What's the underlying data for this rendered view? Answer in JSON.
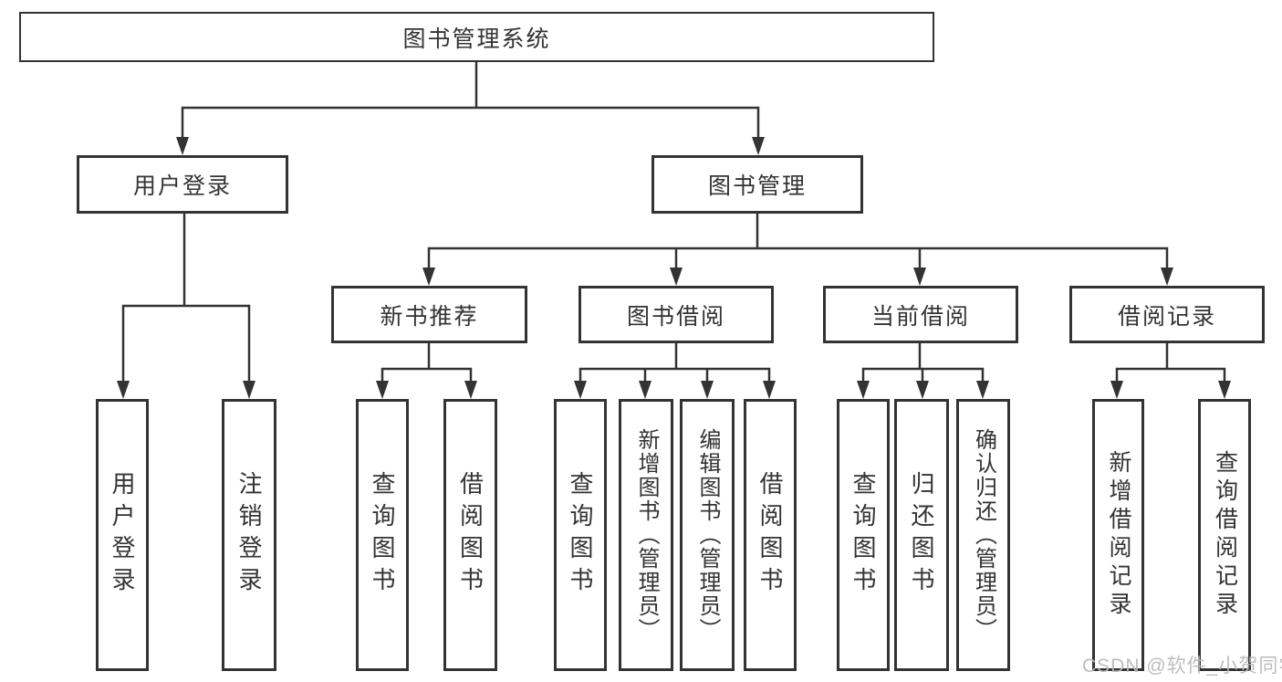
{
  "diagram": {
    "title_node": {
      "label": "图书管理系统"
    },
    "level2": [
      {
        "label": "用户登录"
      },
      {
        "label": "图书管理"
      }
    ],
    "level3": [
      {
        "label": "新书推荐"
      },
      {
        "label": "图书借阅"
      },
      {
        "label": "当前借阅"
      },
      {
        "label": "借阅记录"
      }
    ],
    "leaves": [
      {
        "label": "用户登录",
        "parent": "用户登录"
      },
      {
        "label": "注销登录",
        "parent": "用户登录"
      },
      {
        "label": "查询图书",
        "parent": "新书推荐"
      },
      {
        "label": "借阅图书",
        "parent": "新书推荐"
      },
      {
        "label": "查询图书",
        "parent": "图书借阅"
      },
      {
        "label": "新增图书（管理员）",
        "parent": "图书借阅"
      },
      {
        "label": "编辑图书（管理员）",
        "parent": "图书借阅"
      },
      {
        "label": "借阅图书",
        "parent": "图书借阅"
      },
      {
        "label": "查询图书",
        "parent": "当前借阅"
      },
      {
        "label": "归还图书",
        "parent": "当前借阅"
      },
      {
        "label": "确认归还（管理员）",
        "parent": "当前借阅"
      },
      {
        "label": "新增借阅记录",
        "parent": "借阅记录"
      },
      {
        "label": "查询借阅记录",
        "parent": "借阅记录"
      }
    ],
    "watermark": "CSDN @软件_小贺同学",
    "colors": {
      "line": "#333333",
      "text": "#333333",
      "background": "#ffffff",
      "watermark": "#b9b9b9"
    }
  }
}
